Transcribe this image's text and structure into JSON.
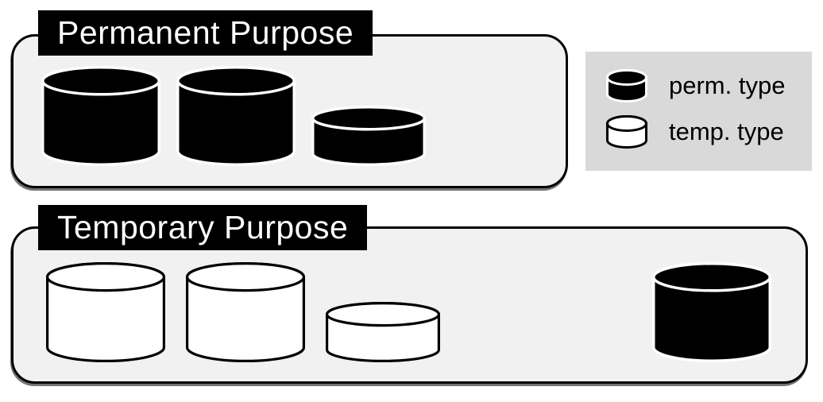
{
  "colors": {
    "page_bg": "#ffffff",
    "box_fill": "#f1f1f1",
    "box_border": "#000000",
    "title_bg": "#000000",
    "title_fg": "#ffffff",
    "legend_fill": "#d9d9d9",
    "legend_text": "#000000",
    "perm_fill": "#000000",
    "perm_outline": "#ffffff",
    "temp_fill": "#ffffff",
    "temp_outline": "#000000"
  },
  "boxes": [
    {
      "id": "permanent",
      "title": "Permanent Purpose",
      "cylinders": [
        {
          "type": "perm",
          "size": "large"
        },
        {
          "type": "perm",
          "size": "large"
        },
        {
          "type": "perm",
          "size": "small"
        }
      ]
    },
    {
      "id": "temporary",
      "title": "Temporary Purpose",
      "cylinders": [
        {
          "type": "temp",
          "size": "large"
        },
        {
          "type": "temp",
          "size": "large"
        },
        {
          "type": "temp",
          "size": "small"
        },
        {
          "type": "perm",
          "size": "large",
          "align": "right"
        }
      ]
    }
  ],
  "legend": {
    "items": [
      {
        "icon": "perm-cylinder-icon",
        "label": "perm. type",
        "type": "perm"
      },
      {
        "icon": "temp-cylinder-icon",
        "label": "temp. type",
        "type": "temp"
      }
    ]
  }
}
